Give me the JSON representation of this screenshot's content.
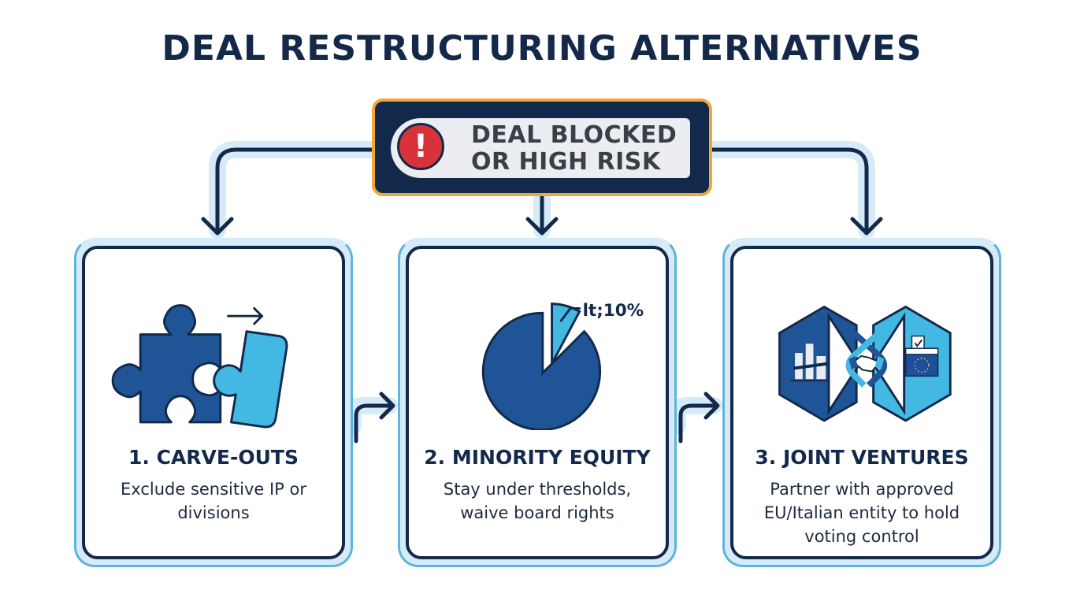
{
  "title": "DEAL RESTRUCTURING ALTERNATIVES",
  "alert": {
    "icon": "exclamation-icon",
    "line1": "DEAL BLOCKED",
    "line2": "OR HIGH RISK",
    "colors": {
      "border": "#f0a73a",
      "fill": "#13294b",
      "icon": "#d8333b"
    }
  },
  "options": [
    {
      "number": "1",
      "heading": "1. CARVE-OUTS",
      "description": "Exclude sensitive IP or divisions",
      "icon": "puzzle-pieces-icon"
    },
    {
      "number": "2",
      "heading": "2. MINORITY EQUITY",
      "description": "Stay under thresholds, waive board rights",
      "icon": "pie-chart-icon",
      "pie_label": "lt;10%"
    },
    {
      "number": "3",
      "heading": "3. JOINT VENTURES",
      "description": "Partner with approved EU/Italian entity to hold voting control",
      "icon": "joint-venture-handshake-icon"
    }
  ],
  "colors": {
    "navy": "#13294b",
    "blue": "#1f5597",
    "light_blue": "#43b8e2",
    "halo": "#d6ebf7",
    "accent_orange": "#f0a73a",
    "alert_red": "#d8333b"
  }
}
